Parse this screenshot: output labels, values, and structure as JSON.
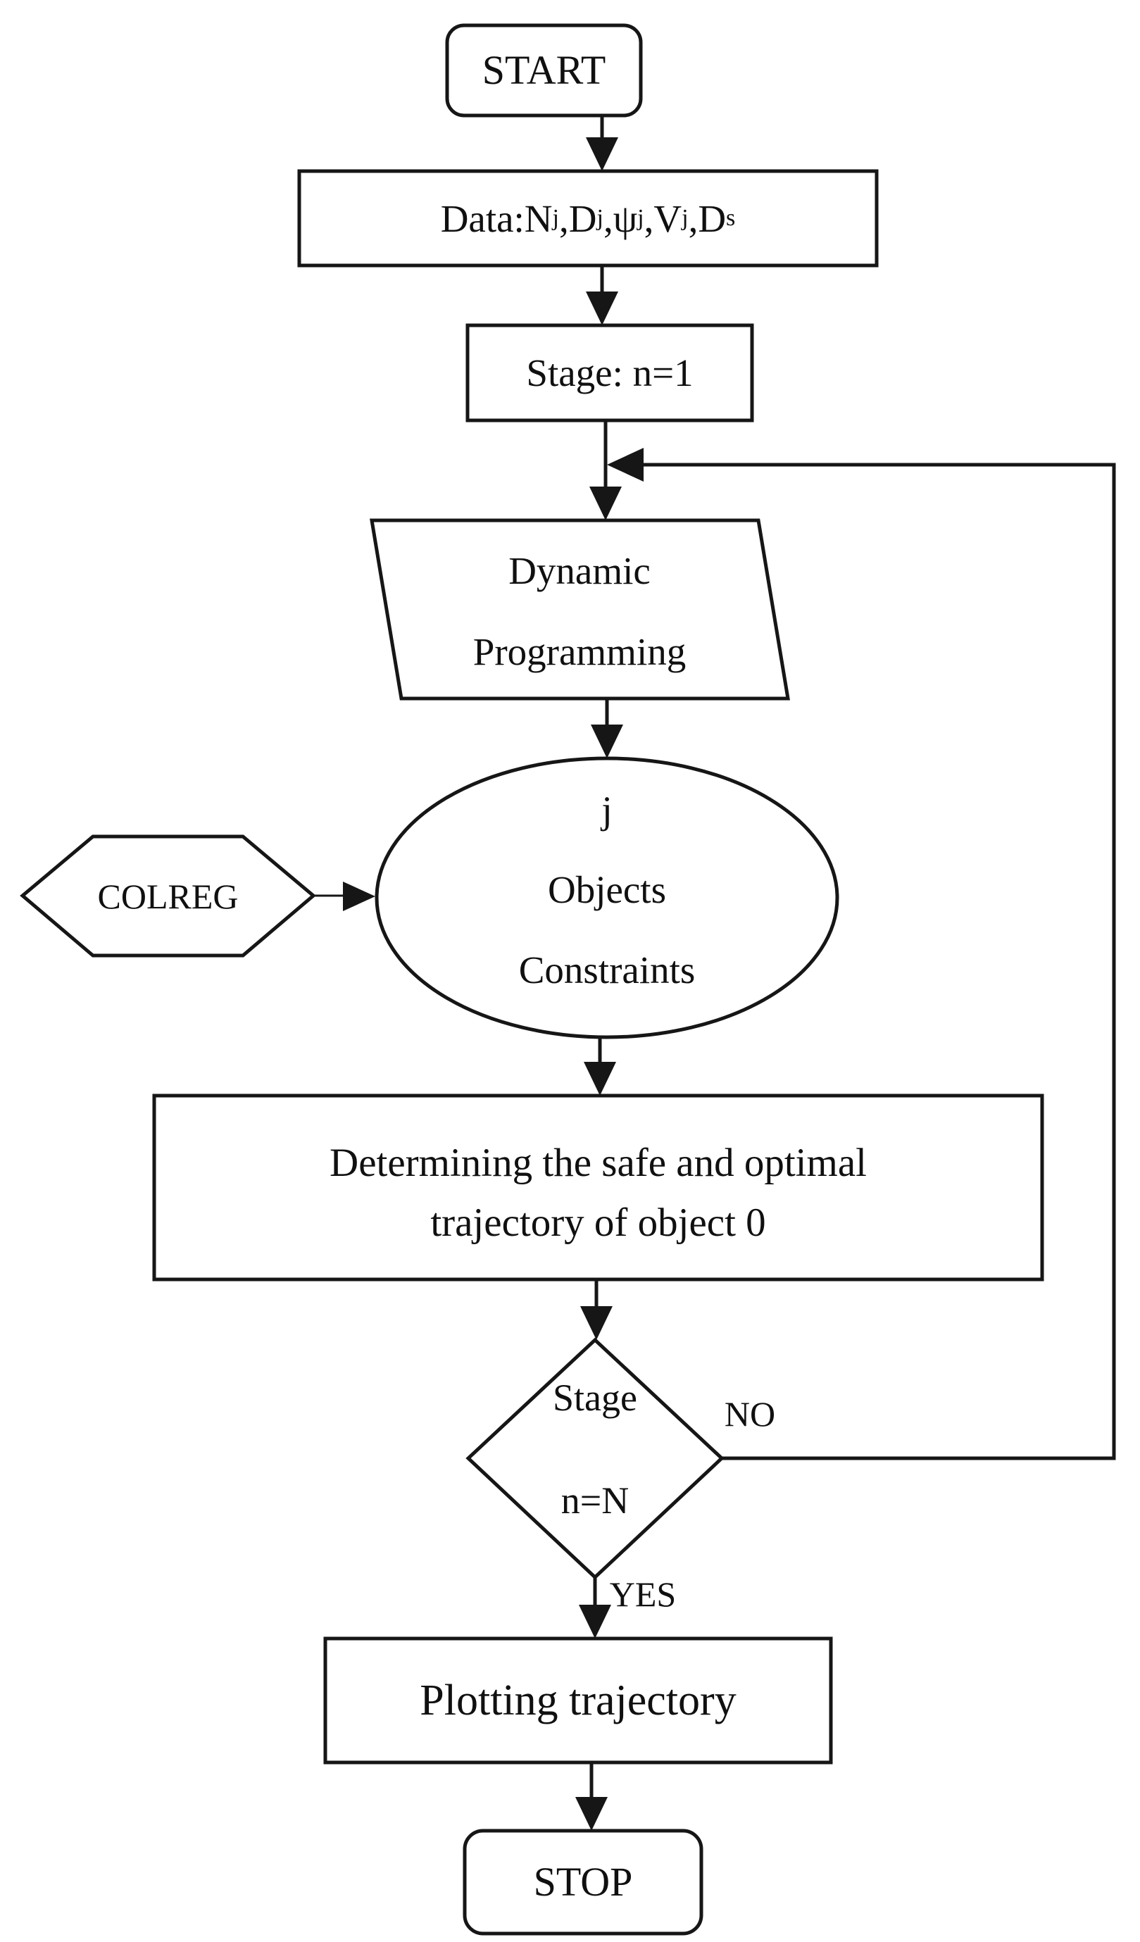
{
  "flowchart": {
    "colors": {
      "stroke": "#161616",
      "background": "#ffffff",
      "text": "#101010"
    },
    "nodes": {
      "start": {
        "label": "START",
        "shape": "terminator"
      },
      "data": {
        "shape": "process",
        "prefix": "Data: ",
        "vars": [
          {
            "base": "N",
            "sub": "j",
            "sep": ", "
          },
          {
            "base": "D",
            "sub": "j",
            "sep": ", "
          },
          {
            "base": "ψ",
            "sub": "j",
            "sep": ", "
          },
          {
            "base": "V",
            "sub": "j",
            "sep": ", "
          },
          {
            "base": "D",
            "sub": "s",
            "sep": ""
          }
        ]
      },
      "stage_init": {
        "label": "Stage: n=1",
        "shape": "process"
      },
      "dynamic_programming": {
        "line1": "Dynamic",
        "line2": "Programming",
        "shape": "parallelogram"
      },
      "objects_constraints": {
        "line1": "j",
        "line2": "Objects",
        "line3": "Constraints",
        "shape": "ellipse"
      },
      "colreg": {
        "label": "COLREG",
        "shape": "hexagon"
      },
      "determine": {
        "line1": "Determining the safe and optimal",
        "line2": "trajectory of object 0",
        "shape": "process"
      },
      "decision": {
        "line1": "Stage",
        "line2": "n=N",
        "shape": "decision"
      },
      "plot": {
        "label": "Plotting trajectory",
        "shape": "process"
      },
      "stop": {
        "label": "STOP",
        "shape": "terminator"
      }
    },
    "edges": {
      "no_label": "NO",
      "yes_label": "YES"
    }
  }
}
